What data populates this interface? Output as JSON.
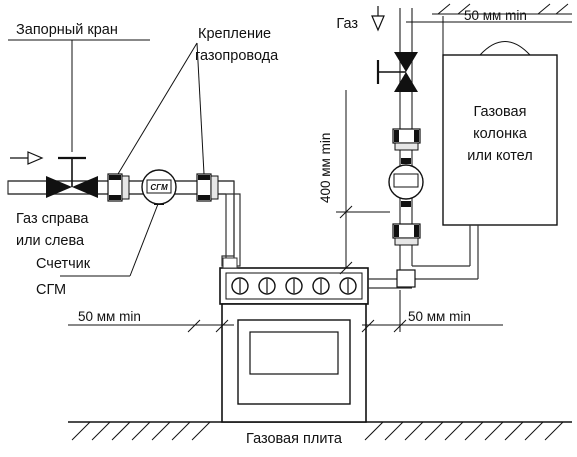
{
  "labels": {
    "shutoff_valve": "Запорный кран",
    "pipe_fastening_line1": "Крепление",
    "pipe_fastening_line2": "газопровода",
    "gas": "Газ",
    "gas_right_or_left_line1": "Газ справа",
    "gas_right_or_left_line2": "или слева",
    "meter_line1": "Счетчик",
    "meter_line2": "СГМ",
    "meter_face": "СГМ",
    "heater_line1": "Газовая",
    "heater_line2": "колонка",
    "heater_line3": "или котел",
    "stove": "Газовая плита"
  },
  "dimensions": {
    "top_right": "50 мм min",
    "vertical": "400 мм min",
    "bottom_left": "50 мм min",
    "bottom_right": "50 мм min"
  }
}
